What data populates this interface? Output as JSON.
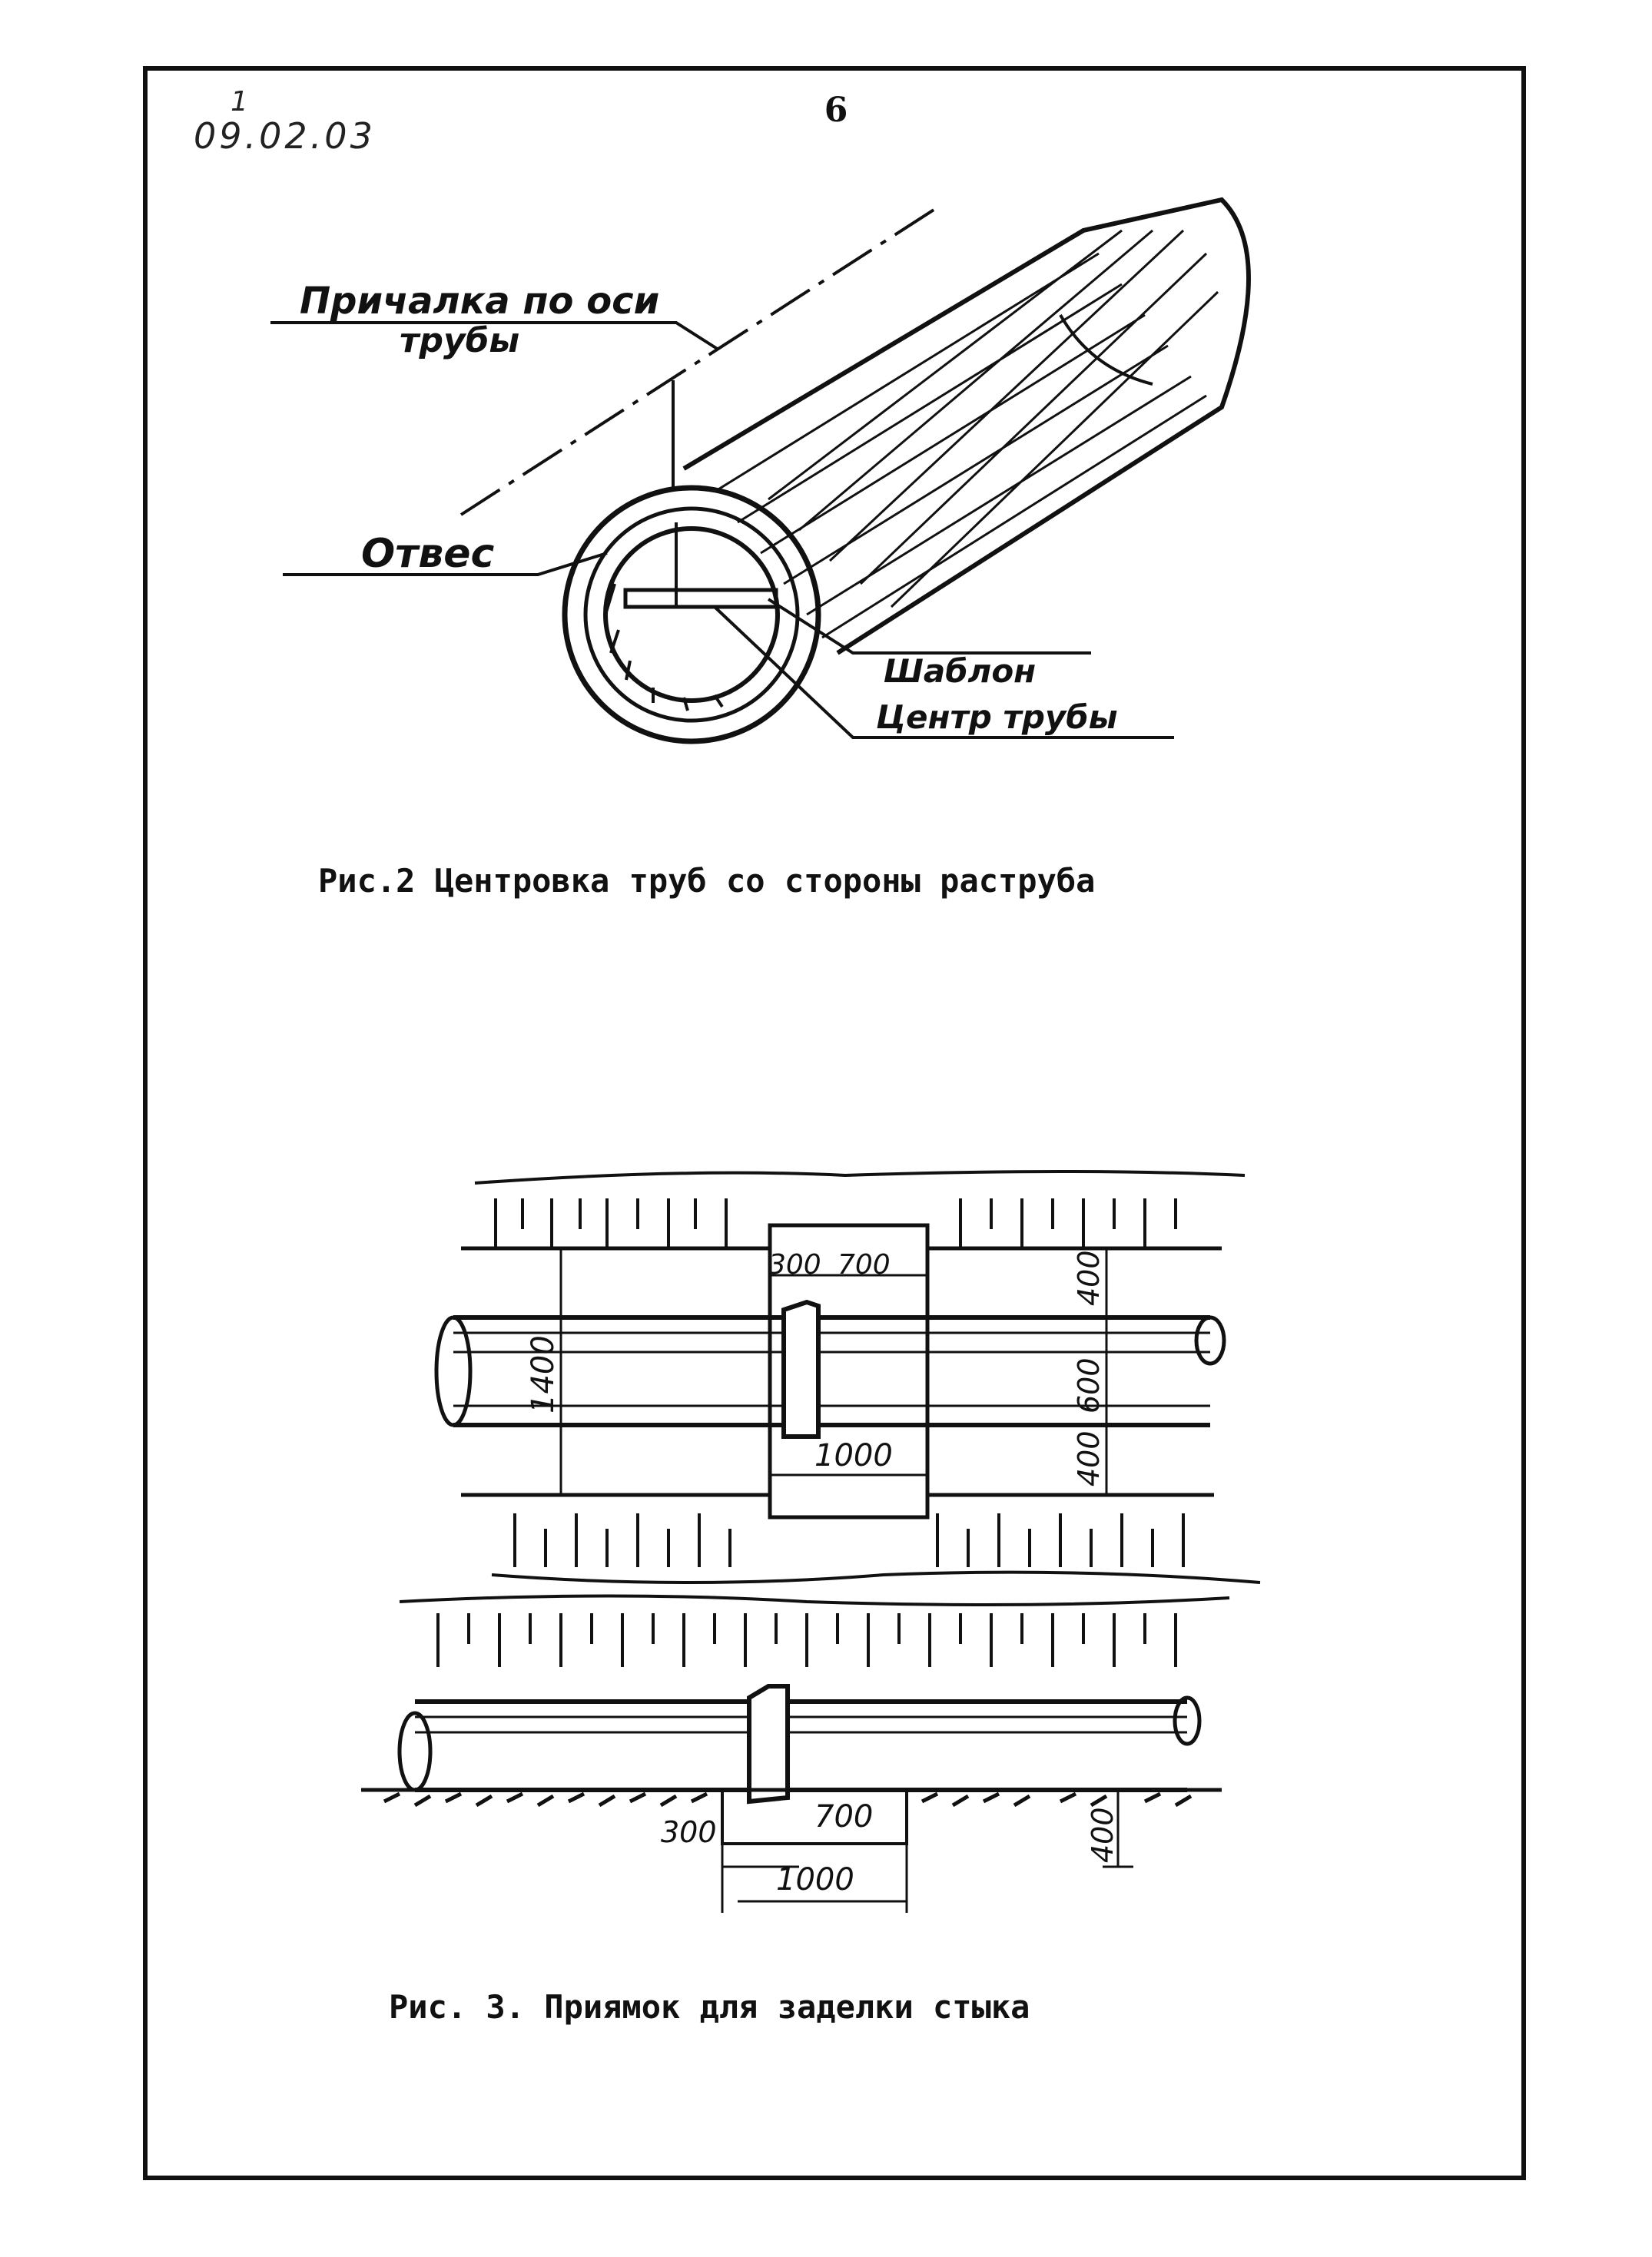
{
  "page": {
    "number": "6"
  },
  "header": {
    "sheet_mark": "1",
    "date": "09.02.03"
  },
  "figure2": {
    "caption": "Рис.2 Центровка труб со стороны раструба",
    "labels": {
      "string_line": "Причалка по оси",
      "string_line_2": "трубы",
      "plumb": "Отвес",
      "template": "Шаблон",
      "pipe_center": "Центр трубы"
    }
  },
  "figure3": {
    "caption": "Рис. 3. Приямок для заделки стыка",
    "plan_dims": {
      "left_top": "300",
      "right_top": "700",
      "height_total": "1400",
      "bottom_width": "1000",
      "right_upper": "400",
      "right_middle": "600",
      "right_lower": "400"
    },
    "section_dims": {
      "left": "300",
      "right": "700",
      "total": "1000",
      "depth": "400"
    }
  }
}
